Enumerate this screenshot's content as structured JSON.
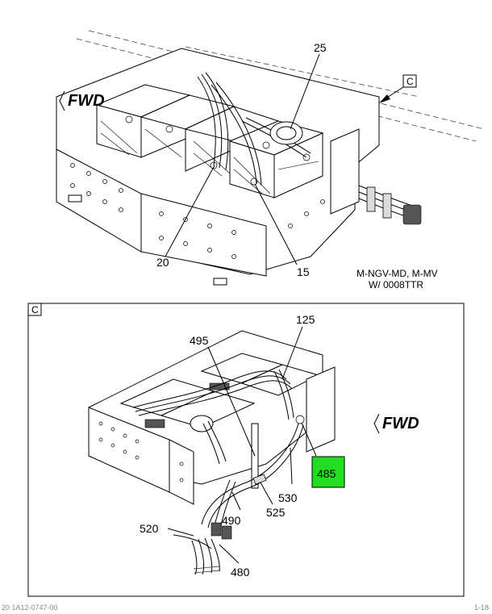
{
  "top_view": {
    "callouts": [
      "25",
      "20",
      "15"
    ],
    "fwd_label": "FWD",
    "view_ref": "C",
    "note_line1": "M-NGV-MD, M-MV",
    "note_line2": "W/ 0008TTR"
  },
  "detail_view": {
    "frame_label": "C",
    "fwd_label": "FWD",
    "callouts": [
      "125",
      "495",
      "485",
      "530",
      "525",
      "490",
      "520",
      "480"
    ],
    "highlighted_part": "485",
    "highlight_color": "#22dd22"
  },
  "footer": {
    "left": "20 1A12-0747-00",
    "right": "1-18"
  }
}
